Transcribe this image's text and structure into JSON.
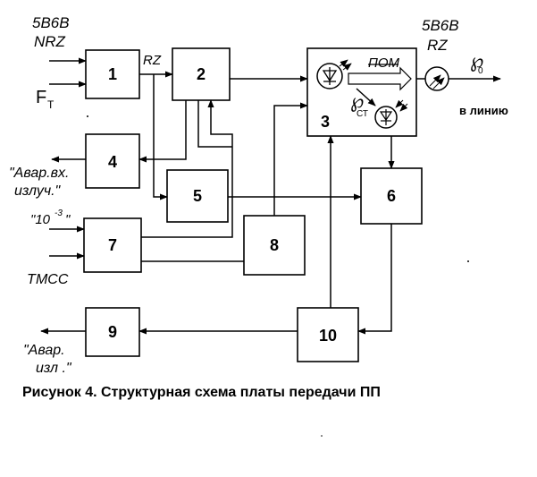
{
  "blocks": {
    "b1": "1",
    "b2": "2",
    "b3": "3",
    "b4": "4",
    "b5": "5",
    "b6": "6",
    "b7": "7",
    "b8": "8",
    "b9": "9",
    "b10": "10"
  },
  "signals": {
    "input_code_top": "5B6B",
    "input_code_bottom": "NRZ",
    "clock_main": "F",
    "clock_sub": "T",
    "rz_mid": "RZ",
    "output_code_top": "5B6B",
    "output_code_bottom": "RZ",
    "out_power_sub": "0",
    "to_line": "в линию",
    "modulator": "ПОМ",
    "control_power_sub": "СТ",
    "alarm_input_line1": "\"Авар.вх.",
    "alarm_input_line2": "излуч.\"",
    "error_rate_base": "\"10",
    "error_rate_exp": "-3",
    "error_rate_end": "\"",
    "tmss": "ТМСС",
    "alarm_emit_line1": "\"Авар.",
    "alarm_emit_line2": "изл .\""
  },
  "caption": "Рисунок 4. Структурная схема платы передачи ПП"
}
